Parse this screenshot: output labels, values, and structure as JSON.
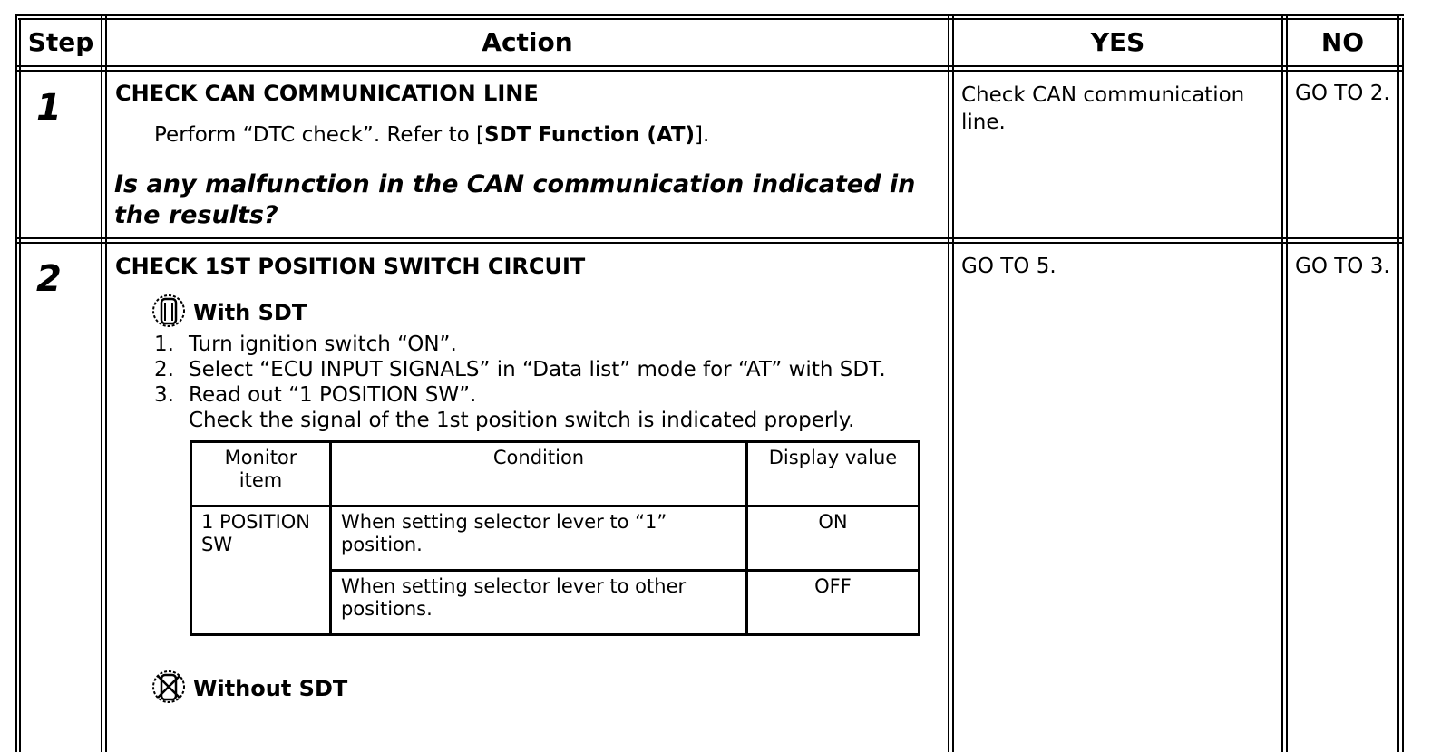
{
  "header": {
    "step": "Step",
    "action": "Action",
    "yes": "YES",
    "no": "NO"
  },
  "rows": [
    {
      "step": "1",
      "title": "CHECK CAN COMMUNICATION LINE",
      "instruction_prefix": "Perform “DTC check”. Refer to [",
      "instruction_ref": "SDT Function (AT)",
      "instruction_suffix": "].",
      "question_line1": "Is any malfunction in the CAN communication indicated in",
      "question_line2": "the results?",
      "yes_line1": "Check CAN communication",
      "yes_line2": "line.",
      "no": "GO TO 2."
    },
    {
      "step": "2",
      "title": "CHECK 1ST POSITION SWITCH CIRCUIT",
      "with_sdt": "With SDT",
      "steps": [
        {
          "num": "1.",
          "text": "Turn ignition switch “ON”."
        },
        {
          "num": "2.",
          "text": "Select “ECU INPUT SIGNALS” in “Data list” mode for “AT” with SDT."
        },
        {
          "num": "3.",
          "text": "Read out “1 POSITION SW”."
        }
      ],
      "check_text": "Check the signal of the 1st position switch is indicated properly.",
      "monitor_table": {
        "headers": {
          "item_line1": "Monitor",
          "item_line2": "item",
          "condition": "Condition",
          "display": "Display value"
        },
        "item_line1": "1 POSITION",
        "item_line2": "SW",
        "rows": [
          {
            "condition_line1": "When setting selector lever to “1”",
            "condition_line2": "position.",
            "value": "ON"
          },
          {
            "condition_line1": "When setting selector lever to other",
            "condition_line2": "positions.",
            "value": "OFF"
          }
        ]
      },
      "without_sdt": "Without SDT",
      "yes": "GO TO 5.",
      "no": "GO TO 3."
    }
  ]
}
